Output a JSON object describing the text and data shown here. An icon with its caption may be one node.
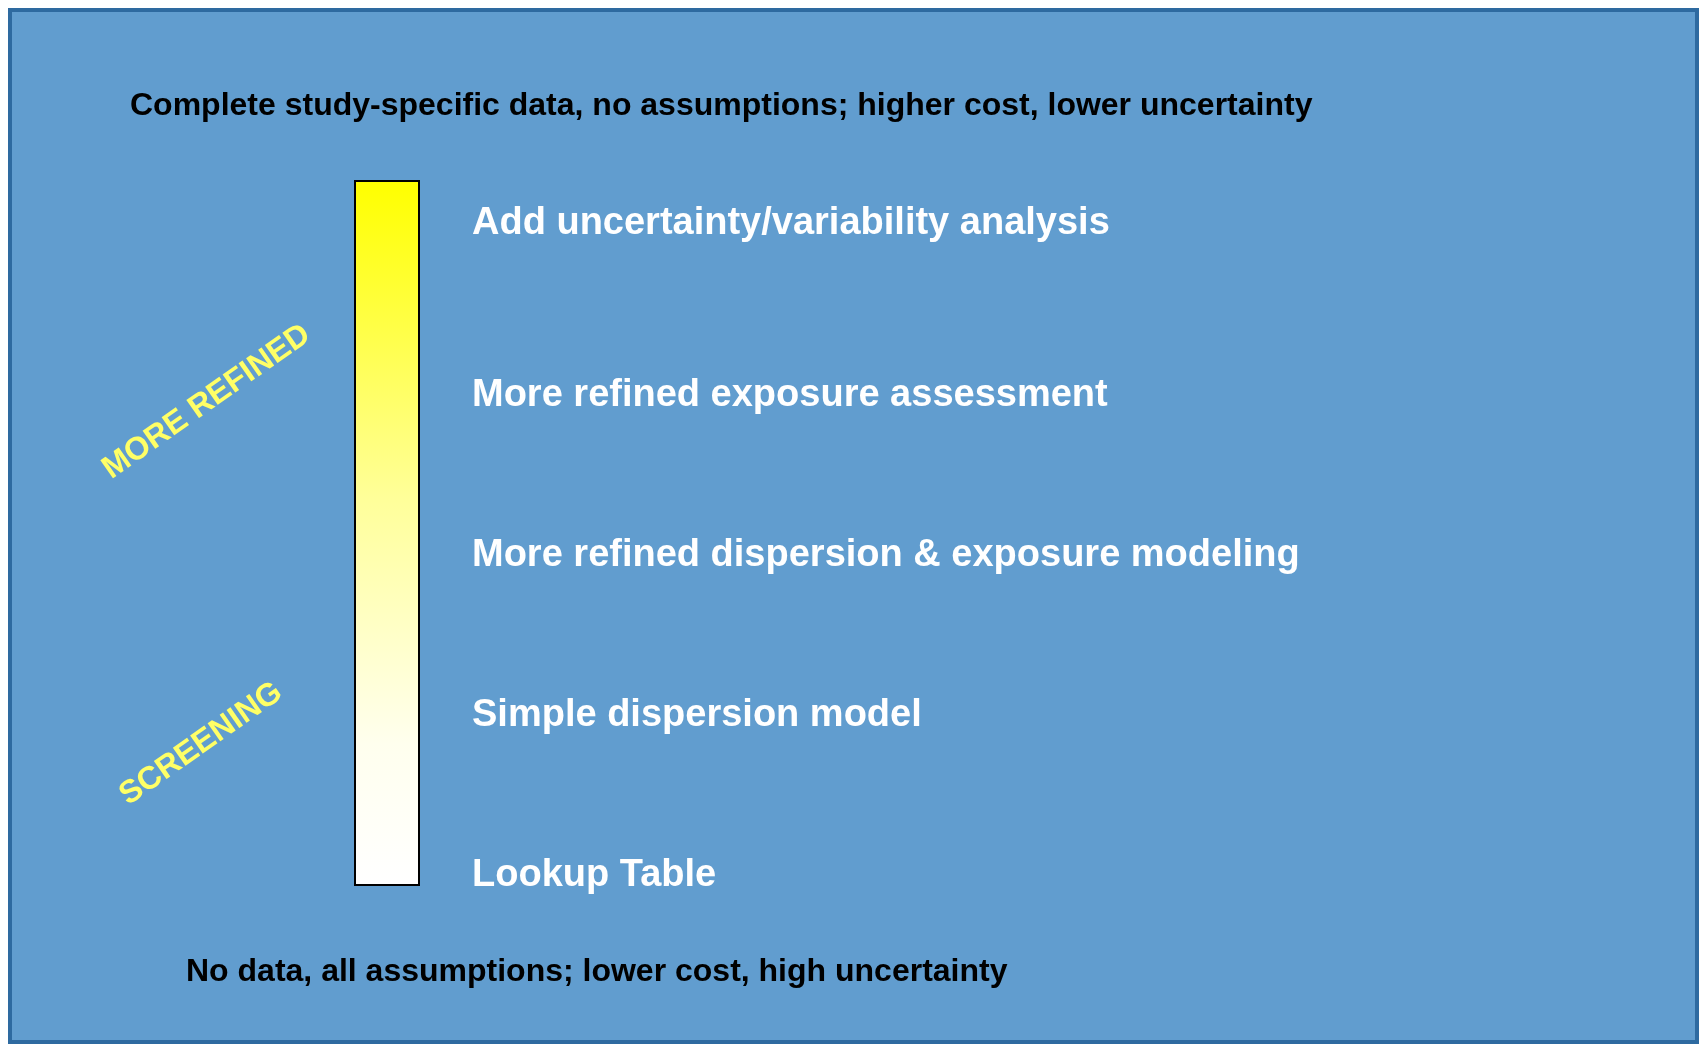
{
  "diagram": {
    "nodes": [
      {
        "text": [],
        "shape": "bar"
      }
    ],
    "labels": [
      "Complete study-specific data, no assumptions; higher cost, lower uncertainty",
      "Add uncertainty/variability analysis",
      "MORE REFINED",
      "More refined exposure assessment",
      "More refined dispersion & exposure modeling",
      "SCREENING",
      "Simple dispersion model",
      "Lookup Table",
      "No data, all assumptions; lower cost, high uncertainty"
    ]
  }
}
